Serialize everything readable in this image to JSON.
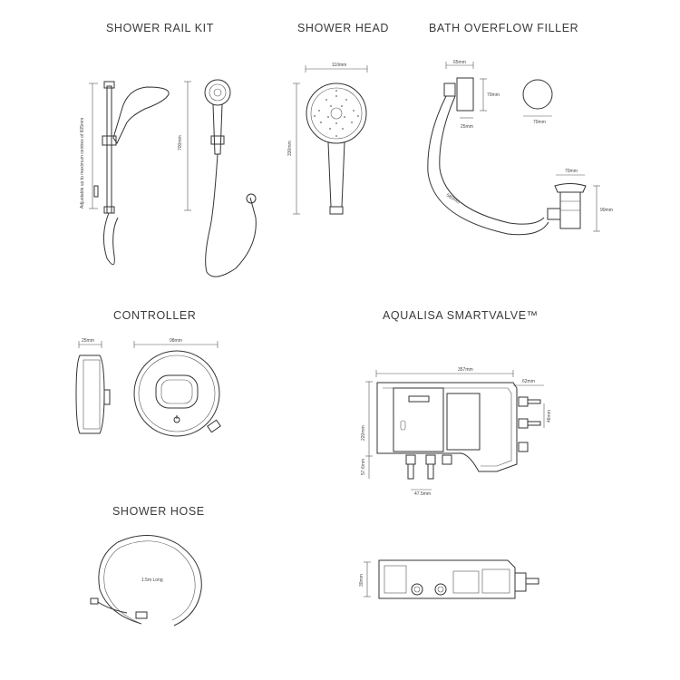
{
  "sections": {
    "shower_rail_kit": {
      "title": "SHOWER RAIL KIT",
      "dim_vertical": "Adjustable up to maximum centres of 605mm",
      "dim_height": "700mm"
    },
    "shower_head": {
      "title": "SHOWER HEAD",
      "dim_width": "110mm",
      "dim_height": "330mm"
    },
    "bath_overflow_filler": {
      "title": "BATH OVERFLOW FILLER",
      "dim_top_width": "65mm",
      "dim_top_height": "70mm",
      "dim_depth": "25mm",
      "dim_cap": "70mm",
      "dim_waste_width": "70mm",
      "dim_waste_height": "90mm",
      "dim_hose": "580mm"
    },
    "controller": {
      "title": "CONTROLLER",
      "dim_depth": "25mm",
      "dim_width": "98mm"
    },
    "smartvalve": {
      "title": "AQUALISA SMARTVALVE™",
      "dim_width": "357mm",
      "dim_right": "62mm",
      "dim_height": "220mm",
      "dim_outlets": "46mm",
      "dim_bottom": "57.6mm",
      "dim_inlets": "47.5mm",
      "dim_side_height": "30mm"
    },
    "shower_hose": {
      "title": "SHOWER HOSE",
      "length_label": "1.5m Long"
    }
  }
}
